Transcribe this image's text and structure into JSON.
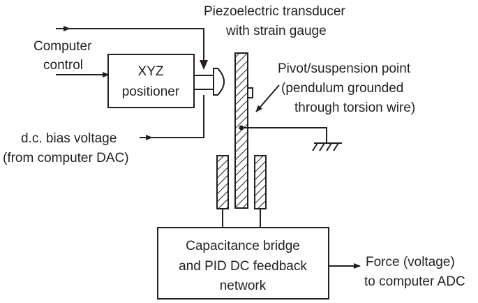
{
  "labels": {
    "computer_control_line1": "Computer",
    "computer_control_line2": "control",
    "xyz_line1": "XYZ",
    "xyz_line2": "positioner",
    "piezo_line1": "Piezoelectric transducer",
    "piezo_line2": "with strain gauge",
    "pivot_line1": "Pivot/suspension point",
    "pivot_line2": "(pendulum grounded",
    "pivot_line3": "through torsion wire)",
    "bias_line1": "d.c. bias voltage",
    "bias_line2": "(from computer DAC)",
    "cap_line1": "Capacitance bridge",
    "cap_line2": "and PID DC feedback",
    "cap_line3": "network",
    "force_line1": "Force (voltage)",
    "force_line2": "to computer ADC"
  },
  "colors": {
    "ink": "#231f20",
    "background": "#ffffff"
  }
}
